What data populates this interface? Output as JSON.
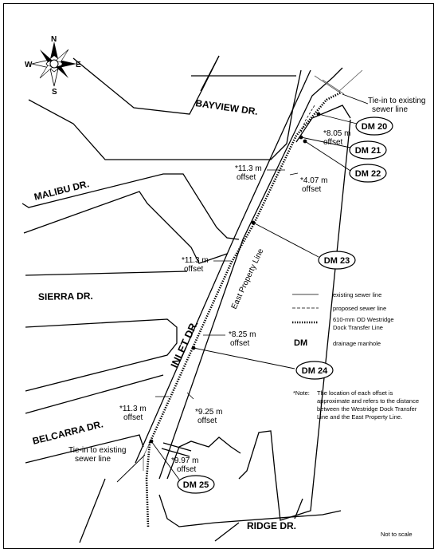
{
  "compass": {
    "n": "N",
    "s": "S",
    "e": "E",
    "w": "W"
  },
  "streets": {
    "bayview": "BAYVIEW DR.",
    "malibu": "MALIBU DR.",
    "sierra": "SIERRA DR.",
    "inlet": "INLET DR.",
    "belcarra": "BELCARRA DR.",
    "ridge": "RIDGE  DR."
  },
  "property_line": "East Property Line",
  "tie_in_top": [
    "Tie-in to existing",
    "sewer line"
  ],
  "tie_in_bottom": [
    "Tie-in to existing",
    "sewer line"
  ],
  "manholes": [
    {
      "id": "DM 20"
    },
    {
      "id": "DM 21"
    },
    {
      "id": "DM 22"
    },
    {
      "id": "DM 23"
    },
    {
      "id": "DM 24"
    },
    {
      "id": "DM 25"
    }
  ],
  "offsets": {
    "o805": [
      "*8.05 m",
      "offset"
    ],
    "o113a": [
      "*11.3 m",
      "offset"
    ],
    "o407": [
      "*4.07 m",
      "offset"
    ],
    "o113b": [
      "*11.3 m",
      "offset"
    ],
    "o825": [
      "*8.25 m",
      "offset"
    ],
    "o113c": [
      "*11.3 m",
      "offset"
    ],
    "o925": [
      "*9.25 m",
      "offset"
    ],
    "o997": [
      "*9.97 m",
      "offset"
    ]
  },
  "legend": {
    "existing": "existing sewer line",
    "proposed": "proposed sewer line",
    "transfer": [
      "610-mm OD Westridge",
      "Dock Transfer Line"
    ],
    "dm_abbr": "DM",
    "dm_desc": "drainage manhole"
  },
  "note": {
    "label": "*Note:",
    "lines": [
      "The location of each offset  is",
      "approximate and refers to the distance",
      "between the Westridge Dock Transfer",
      "Line and the East Property Line."
    ]
  },
  "scale_note": "Not to scale"
}
